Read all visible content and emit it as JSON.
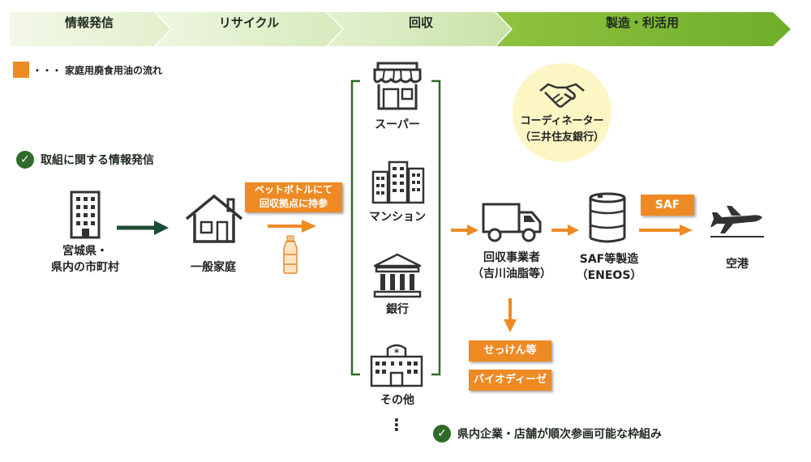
{
  "stages": [
    "情報発信",
    "リサイクル",
    "回収",
    "製造・利活用"
  ],
  "legend": {
    "marker": "・・・",
    "label": "家庭用廃食用油の流れ"
  },
  "info_note": "取組に関する情報発信",
  "prefecture_label": [
    "宮城県・",
    "県内の市町村"
  ],
  "household_label": "一般家庭",
  "bring_box": [
    "ペットボトルにて",
    "回収拠点に持参"
  ],
  "collection_points": [
    "スーパー",
    "マンション",
    "銀行",
    "その他"
  ],
  "more_marker": "⋮",
  "participation_note": "県内企業・店舗が順次参画可能な枠組み",
  "collector": [
    "回収事業者",
    "（吉川油脂等）"
  ],
  "coordinator": [
    "コーディネーター",
    "（三井住友銀行）"
  ],
  "byproducts": [
    "せっけん等",
    "バイオディーゼル"
  ],
  "saf_maker": [
    "SAF等製造",
    "（ENEOS）"
  ],
  "saf_box": "SAF",
  "airport_label": "空港",
  "colors": {
    "green_dark": "#2f6b2a",
    "green_light": "#e8f2d4",
    "orange": "#ee8a24",
    "coordinator_bg": "#fbf6c4"
  },
  "icons": [
    "building-icon",
    "house-icon",
    "pet-bottle-icon",
    "store-icon",
    "apartment-icon",
    "bank-icon",
    "hospital-icon",
    "truck-icon",
    "handshake-icon",
    "drum-icon",
    "airplane-icon",
    "check-icon"
  ]
}
